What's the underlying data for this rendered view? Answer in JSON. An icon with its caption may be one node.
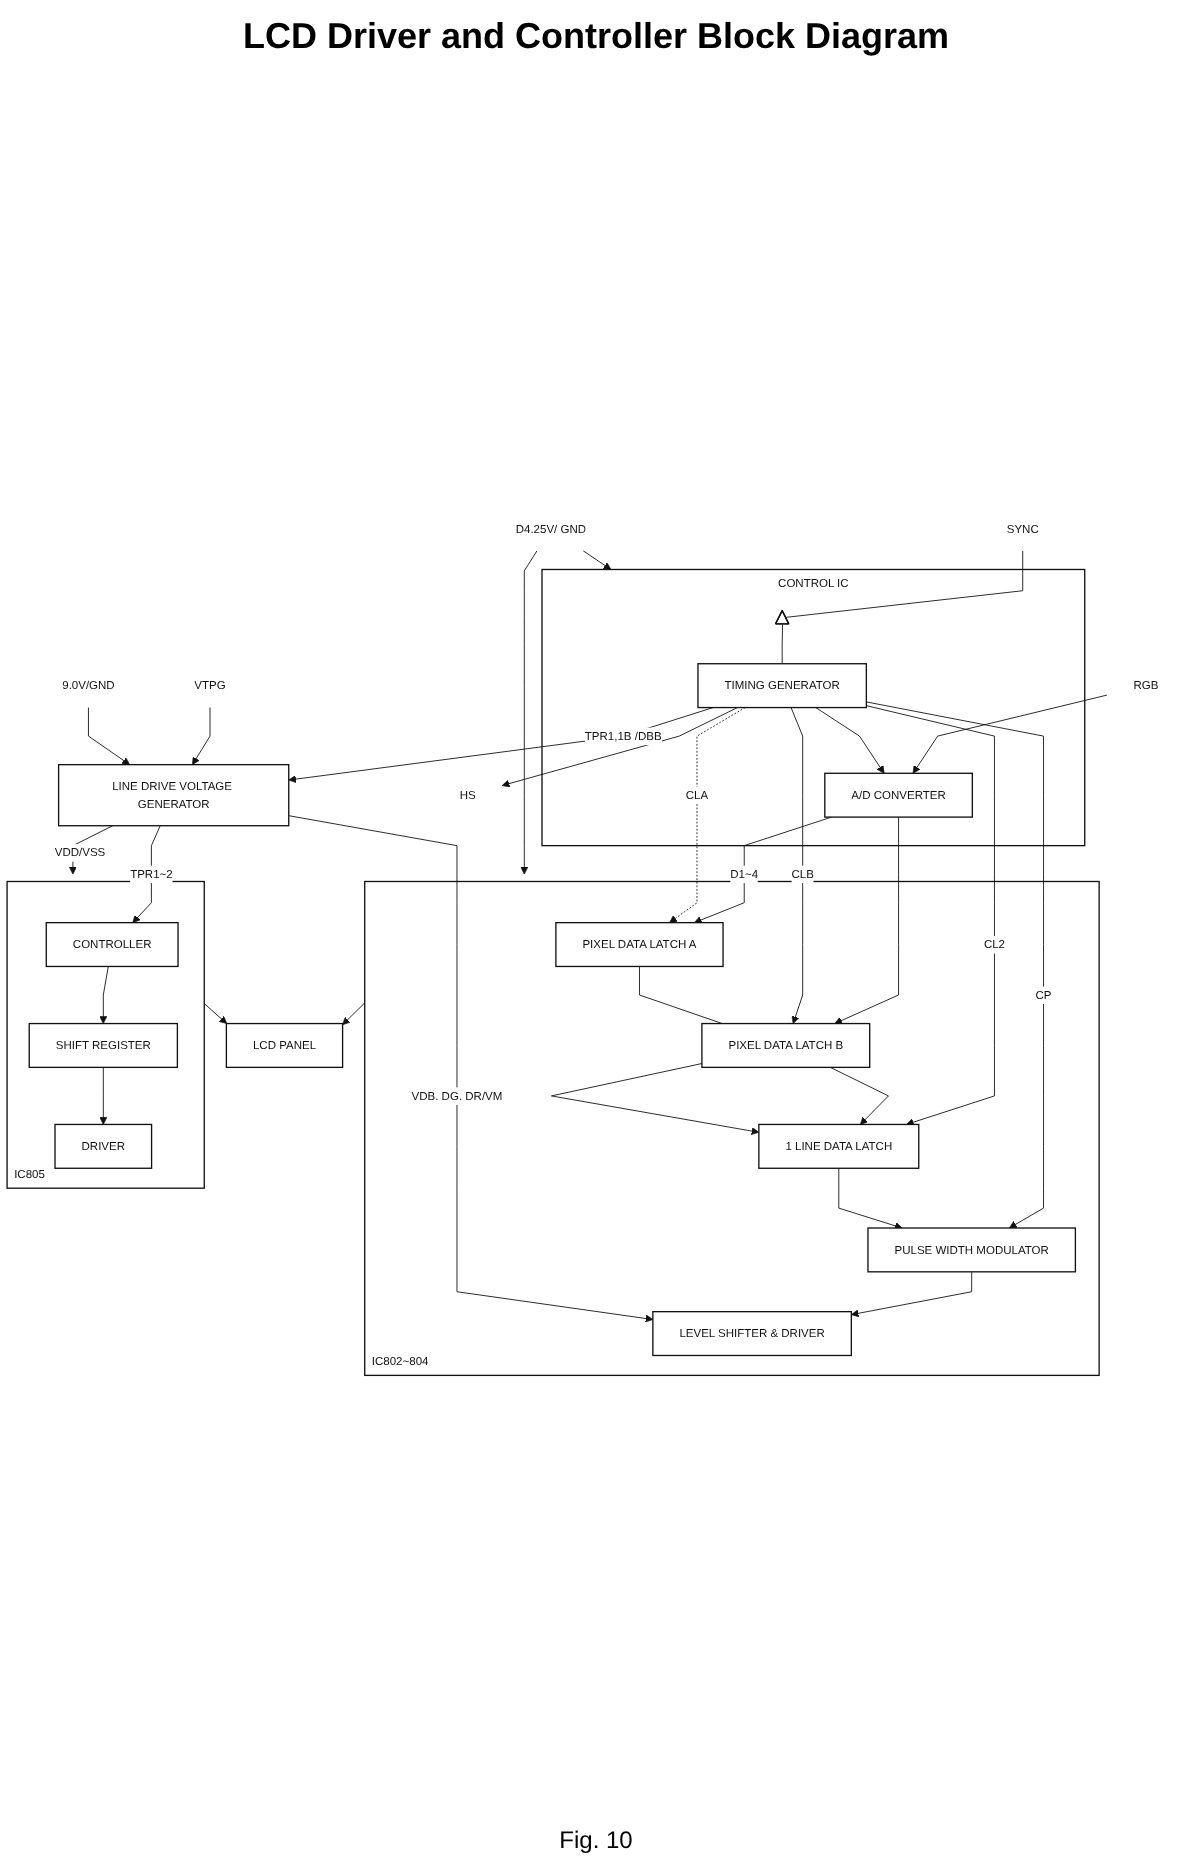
{
  "diagram": {
    "title": "LCD Driver and Controller Block Diagram",
    "caption": "Fig. 10",
    "nodes": [
      {
        "text": [
          "RGB"
        ]
      },
      {
        "text": [
          "SYNC"
        ]
      },
      {
        "text": [
          "HS"
        ]
      },
      {
        "text": [
          "CONTROL IC"
        ]
      },
      {
        "text": [],
        "shape": "triangle",
        "in": 3
      },
      {
        "text": [
          "TIMING GENERATOR"
        ],
        "in": 3
      },
      {
        "text": [
          "A/D CONVERTER"
        ],
        "in": 3
      },
      {
        "text": [
          "IC802~804"
        ]
      },
      {
        "text": [
          "PIXEL DATA LATCH A"
        ],
        "in": 7
      },
      {
        "text": [
          "PIXEL DATA LATCH B"
        ],
        "in": 7
      },
      {
        "text": [
          "1 LINE DATA LATCH"
        ],
        "in": 7
      },
      {
        "text": [
          "PULSE WIDTH MODULATOR"
        ],
        "in": 7
      },
      {
        "text": [
          "LEVEL SHIFTER & DRIVER"
        ],
        "in": 7
      },
      {
        "text": [
          "D4.25V/ GND"
        ]
      },
      {
        "text": [
          "VTPG"
        ]
      },
      {
        "text": [
          "9.0V/GND"
        ]
      },
      {
        "text": [
          "LINE DRIVE VOLTAGE GENERATOR"
        ]
      },
      {
        "text": [
          "IC805"
        ]
      },
      {
        "text": [
          "CONTROLLER"
        ],
        "in": 17
      },
      {
        "text": [
          "SHIFT REGISTER"
        ],
        "in": 17
      },
      {
        "text": [
          "DRIVER"
        ],
        "in": 17
      },
      {
        "text": [
          "LCD PANEL"
        ]
      }
    ],
    "edges": [
      {
        "from": 0,
        "to": 6,
        "arrow": "to"
      },
      {
        "from": 1,
        "to": 4,
        "arrow": "none"
      },
      {
        "from": 4,
        "to": 5,
        "arrow": "none"
      },
      {
        "from": 5,
        "to": 2,
        "arrow": "to"
      },
      {
        "from": 5,
        "to": 6,
        "arrow": "to"
      },
      {
        "from": 13,
        "to": 3,
        "arrow": "to"
      },
      {
        "from": 13,
        "to": 7,
        "arrow": "to"
      },
      {
        "from": 6,
        "to": 8,
        "arrow": "to",
        "label": "D1~4"
      },
      {
        "from": 6,
        "to": 9,
        "arrow": "to"
      },
      {
        "from": 5,
        "to": 8,
        "arrow": "to",
        "label": "CLA",
        "style": "dashed"
      },
      {
        "from": 5,
        "to": 9,
        "arrow": "to",
        "label": "CLB"
      },
      {
        "from": 5,
        "to": 10,
        "arrow": "to",
        "label": "CL2"
      },
      {
        "from": 5,
        "to": 11,
        "arrow": "to",
        "label": "CP"
      },
      {
        "from": 5,
        "to": 16,
        "arrow": "to",
        "label": "TPR1,1B /DBB"
      },
      {
        "from": 8,
        "to": 9,
        "arrow": "none"
      },
      {
        "from": 9,
        "to": 10,
        "arrow": "to"
      },
      {
        "from": 9,
        "to": 10,
        "arrow": "to"
      },
      {
        "from": 10,
        "to": 11,
        "arrow": "to"
      },
      {
        "from": 11,
        "to": 12,
        "arrow": "to"
      },
      {
        "from": 7,
        "to": 21,
        "arrow": "to"
      },
      {
        "from": 14,
        "to": 16,
        "arrow": "to"
      },
      {
        "from": 15,
        "to": 16,
        "arrow": "to"
      },
      {
        "from": 16,
        "to": 12,
        "arrow": "to",
        "label": "VDB. DG. DR/VM"
      },
      {
        "from": 16,
        "to": 17,
        "arrow": "to",
        "label": "VDD/VSS"
      },
      {
        "from": 16,
        "to": 18,
        "arrow": "to",
        "label": "TPR1~2"
      },
      {
        "from": 18,
        "to": 19,
        "arrow": "to"
      },
      {
        "from": 19,
        "to": 20,
        "arrow": "to"
      },
      {
        "from": 17,
        "to": 21,
        "arrow": "to"
      }
    ]
  }
}
